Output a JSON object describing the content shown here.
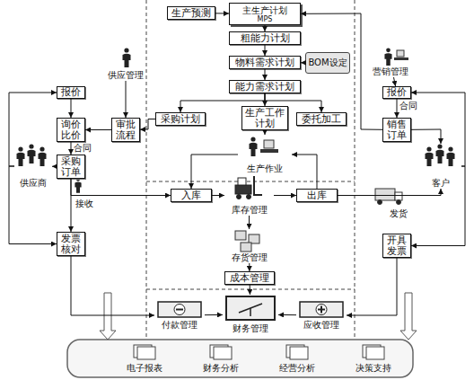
{
  "diagram": {
    "nodes": [
      {
        "text": [
          "生产预测"
        ]
      },
      {
        "text": [
          "主生产计划",
          "MPS"
        ]
      },
      {
        "text": [
          "粗能力计划"
        ]
      },
      {
        "text": [
          "物料需求计划"
        ]
      },
      {
        "text": [
          "BOM设定"
        ]
      },
      {
        "text": [
          "能力需求计划"
        ]
      },
      {
        "text": [
          "供应管理"
        ]
      },
      {
        "text": [
          "报价"
        ]
      },
      {
        "text": [
          "询价比价"
        ]
      },
      {
        "text": [
          "审批流程"
        ]
      },
      {
        "text": [
          "采购订单"
        ]
      },
      {
        "text": [
          "采购计划"
        ]
      },
      {
        "text": [
          "生产工作计划"
        ]
      },
      {
        "text": [
          "委托加工"
        ]
      },
      {
        "text": [
          "营销管理"
        ]
      },
      {
        "text": [
          "报价"
        ]
      },
      {
        "text": [
          "销售订单"
        ]
      },
      {
        "text": [
          "供应商"
        ]
      },
      {
        "text": [
          "客户"
        ]
      },
      {
        "text": [
          "生产作业"
        ]
      },
      {
        "text": [
          "入库"
        ]
      },
      {
        "text": [
          "库存管理"
        ]
      },
      {
        "text": [
          "出库"
        ]
      },
      {
        "text": [
          "存货管理"
        ]
      },
      {
        "text": [
          "发票核对"
        ]
      },
      {
        "text": [
          "开具发票"
        ]
      },
      {
        "text": [
          "成本管理"
        ]
      },
      {
        "text": [
          "付款管理"
        ]
      },
      {
        "text": [
          "财务管理"
        ]
      },
      {
        "text": [
          "应收管理"
        ]
      },
      {
        "text": [
          "电子报表"
        ]
      },
      {
        "text": [
          "财务分析"
        ]
      },
      {
        "text": [
          "经营分析"
        ]
      },
      {
        "text": [
          "决策支持"
        ]
      }
    ],
    "edges": [
      {
        "from": 0,
        "to": 1,
        "arrow": "to"
      },
      {
        "from": 1,
        "to": 2,
        "arrow": "to"
      },
      {
        "from": 2,
        "to": 3,
        "arrow": "to"
      },
      {
        "from": 4,
        "to": 3,
        "arrow": "to"
      },
      {
        "from": 3,
        "to": 5,
        "arrow": "to"
      },
      {
        "from": 5,
        "to": 11,
        "arrow": "to"
      },
      {
        "from": 5,
        "to": 12,
        "arrow": "to"
      },
      {
        "from": 5,
        "to": 13,
        "arrow": "to"
      },
      {
        "from": 12,
        "to": 19,
        "arrow": "to"
      },
      {
        "from": 11,
        "to": 9,
        "arrow": "to"
      },
      {
        "from": 6,
        "to": 9,
        "arrow": "to"
      },
      {
        "from": 9,
        "to": 8,
        "arrow": "to"
      },
      {
        "from": 7,
        "to": 8,
        "arrow": "to"
      },
      {
        "from": 8,
        "to": 10,
        "arrow": "to",
        "label": "合同"
      },
      {
        "from": 17,
        "to": 7,
        "arrow": "to"
      },
      {
        "from": 10,
        "to": 17,
        "arrow": "to"
      },
      {
        "from": 17,
        "to": 24,
        "arrow": "to"
      },
      {
        "from": 10,
        "to": 20,
        "arrow": "to",
        "label": "接收"
      },
      {
        "from": 10,
        "to": 24,
        "arrow": "to"
      },
      {
        "from": 20,
        "to": 21,
        "arrow": "to"
      },
      {
        "from": 21,
        "to": 22,
        "arrow": "to"
      },
      {
        "from": 19,
        "to": 20,
        "arrow": "to"
      },
      {
        "from": 22,
        "to": 19,
        "arrow": "to"
      },
      {
        "from": 21,
        "to": 23,
        "arrow": "to"
      },
      {
        "from": 23,
        "to": 26,
        "arrow": "to"
      },
      {
        "from": 22,
        "to": 18,
        "arrow": "to",
        "label": "发货"
      },
      {
        "from": 18,
        "to": 15,
        "arrow": "to"
      },
      {
        "from": 15,
        "to": 16,
        "arrow": "to",
        "label": "合同"
      },
      {
        "from": 14,
        "to": 15,
        "arrow": "to"
      },
      {
        "from": 16,
        "to": 18,
        "arrow": "to"
      },
      {
        "from": 16,
        "to": 1,
        "arrow": "to"
      },
      {
        "from": 18,
        "to": 25,
        "arrow": "to"
      },
      {
        "from": 24,
        "to": 27,
        "arrow": "to"
      },
      {
        "from": 25,
        "to": 29,
        "arrow": "to"
      },
      {
        "from": 26,
        "to": 28,
        "arrow": "to"
      },
      {
        "from": 27,
        "to": 28,
        "arrow": "to"
      },
      {
        "from": 29,
        "to": 28,
        "arrow": "to"
      }
    ]
  }
}
